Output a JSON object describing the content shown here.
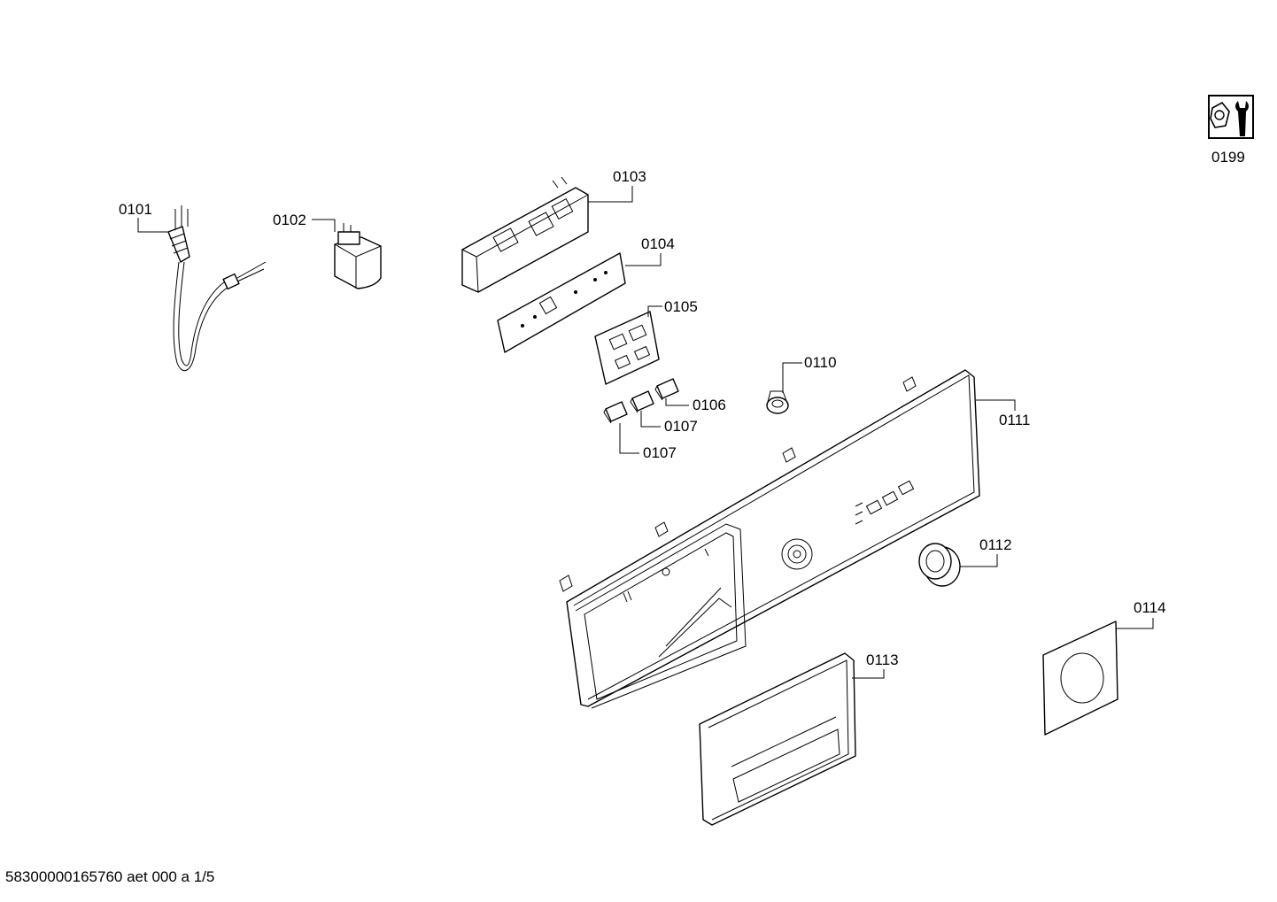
{
  "labels": {
    "p0101": "0101",
    "p0102": "0102",
    "p0103": "0103",
    "p0104": "0104",
    "p0105": "0105",
    "p0106": "0106",
    "p0107a": "0107",
    "p0107b": "0107",
    "p0110": "0110",
    "p0111": "0111",
    "p0112": "0112",
    "p0113": "0113",
    "p0114": "0114",
    "p0199": "0199"
  },
  "footer": "58300000165760 aet 000 a 1/5",
  "icons": {
    "service": "nut-and-wrench-icon"
  }
}
